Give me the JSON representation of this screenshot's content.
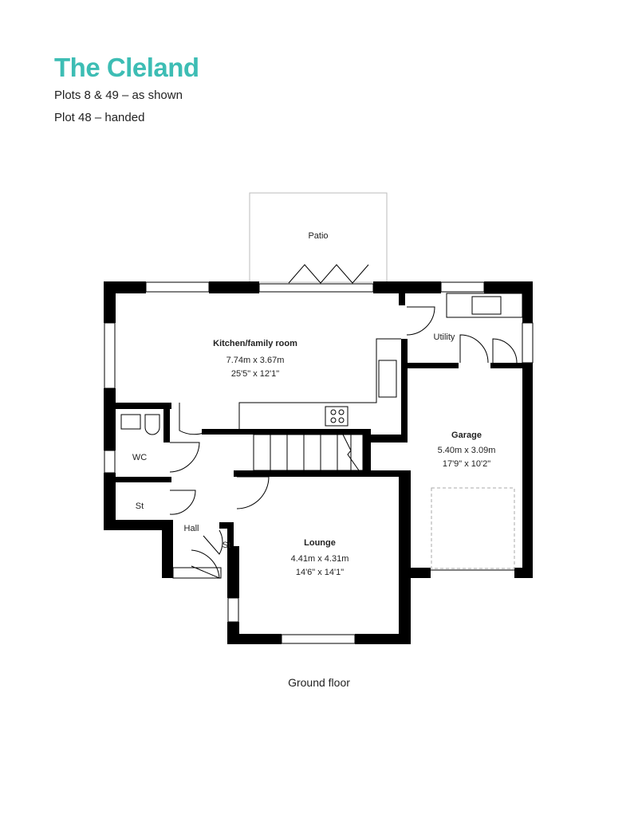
{
  "header": {
    "title": "The Cleland",
    "line1": "Plots 8 & 49 – as shown",
    "line2": "Plot 48 – handed"
  },
  "brand_color": "#3dbdb4",
  "rooms": {
    "patio": {
      "name": "Patio"
    },
    "kitchen": {
      "name": "Kitchen/family room",
      "metric": "7.74m x 3.67m",
      "imperial": "25'5\" x 12'1\""
    },
    "utility": {
      "name": "Utility"
    },
    "garage": {
      "name": "Garage",
      "metric": "5.40m x 3.09m",
      "imperial": "17'9\" x 10'2\""
    },
    "wc": {
      "name": "WC"
    },
    "store1": {
      "name": "St"
    },
    "store2": {
      "name": "St"
    },
    "hall": {
      "name": "Hall"
    },
    "lounge": {
      "name": "Lounge",
      "metric": "4.41m x 4.31m",
      "imperial": "14'6\" x 14'1\""
    }
  },
  "caption": "Ground floor"
}
